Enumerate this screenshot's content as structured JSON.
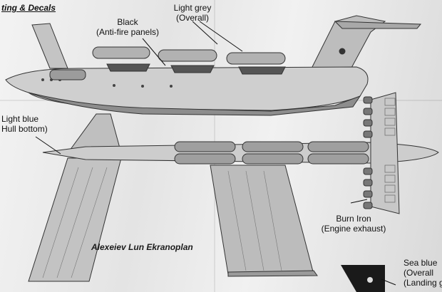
{
  "header": {
    "section_title": "ting & Decals"
  },
  "labels": {
    "black": {
      "line1": "Black",
      "line2": "(Anti-fire panels)"
    },
    "light_grey": {
      "line1": "Light grey",
      "line2": "(Overall)"
    },
    "light_blue": {
      "line1": "Light blue",
      "line2": "Hull bottom)"
    },
    "burn_iron": {
      "line1": "Burn Iron",
      "line2": "(Engine exhaust)"
    },
    "sea_blue": {
      "line1": "Sea blue",
      "line2": "(Overall",
      "line3": "(Landing ge"
    }
  },
  "model_name": "Alexeiev Lun Ekranoplan",
  "colors": {
    "hull": "#c9c9c9",
    "black_panels": "#555555",
    "ink": "#111111",
    "paper": "#ececec"
  }
}
